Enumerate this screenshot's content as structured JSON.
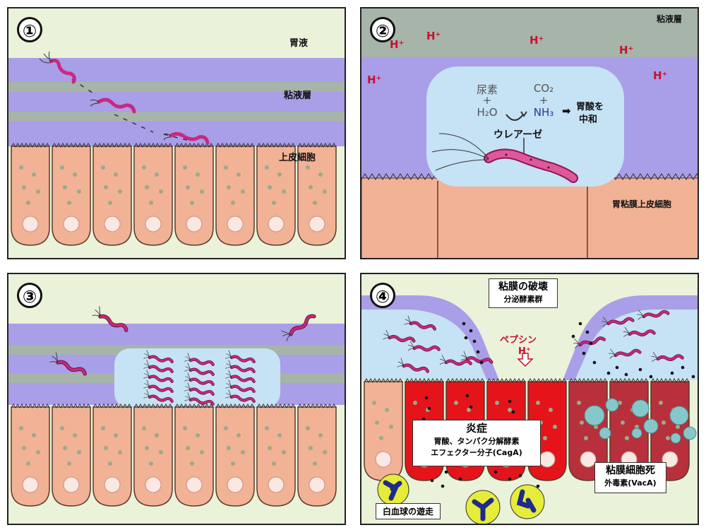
{
  "panel1": {
    "number": "①",
    "label_gastric_juice": "胃液",
    "label_mucus_layer": "粘液層",
    "label_epithelial": "上皮細胞"
  },
  "panel2": {
    "number": "②",
    "label_mucus_layer": "粘液層",
    "h_plus": "H⁺",
    "urea": "尿素",
    "plus": "+",
    "h2o": "H₂O",
    "co2": "CO₂",
    "nh3": "NH₃",
    "arrow": "➡",
    "neutralize_line1": "胃酸を",
    "neutralize_line2": "中和",
    "urease": "ウレアーゼ",
    "label_gastric_epithelium": "胃粘膜上皮細胞"
  },
  "panel3": {
    "number": "③"
  },
  "panel4": {
    "number": "④",
    "title_destruction": "粘膜の破壊",
    "subtitle_enzymes": "分泌酵素群",
    "pepsin": "ペプシン",
    "h_plus": "H⁺",
    "inflammation_title": "炎症",
    "inflammation_line1": "胃酸、タンパク分解酵素",
    "inflammation_line2": "エフェクター分子(CagA)",
    "cell_death_title": "粘膜細胞死",
    "cell_death_sub": "外毒素(VacA)",
    "wbc_migration": "白血球の遊走"
  },
  "colors": {
    "gastric_juice": "#eaf2da",
    "mucus_purple": "#a99ee8",
    "mucus_gray": "#a6b4a9",
    "cell_fill": "#f2b296",
    "cell_outline": "#5a3a2a",
    "colony_blue": "#c6e2f5",
    "bacteria": "#c9287e",
    "h_plus_red": "#c8102e",
    "inflamed_red": "#e4141a",
    "dead_cell_red": "#b8303c",
    "vacuole": "#84c8cc",
    "wbc_yellow": "#e6ec3a",
    "wbc_nucleus": "#1f2a8c"
  }
}
